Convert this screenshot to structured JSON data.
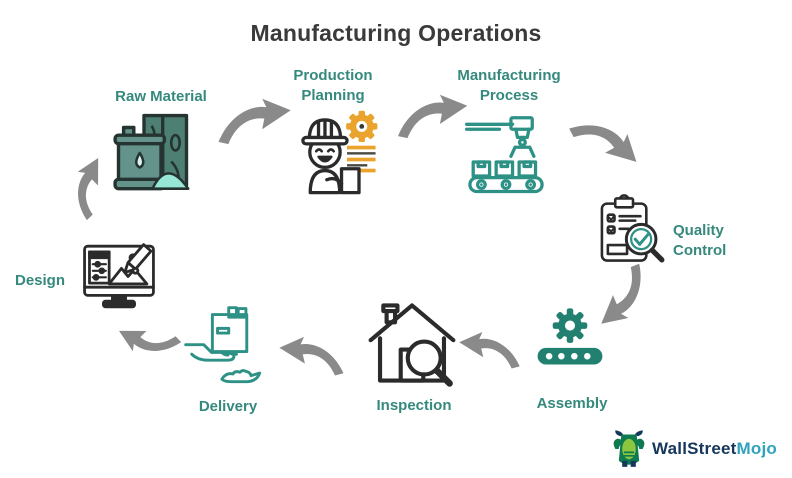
{
  "title": "Manufacturing Operations",
  "steps": [
    {
      "id": "raw-material",
      "label": "Raw Material"
    },
    {
      "id": "production-planning",
      "label": "Production Planning"
    },
    {
      "id": "manufacturing-process",
      "label": "Manufacturing Process"
    },
    {
      "id": "quality-control",
      "label": "Quality Control"
    },
    {
      "id": "assembly",
      "label": "Assembly"
    },
    {
      "id": "inspection",
      "label": "Inspection"
    },
    {
      "id": "delivery",
      "label": "Delivery"
    },
    {
      "id": "design",
      "label": "Design"
    }
  ],
  "flow": [
    {
      "from": "design",
      "to": "raw-material"
    },
    {
      "from": "raw-material",
      "to": "production-planning"
    },
    {
      "from": "production-planning",
      "to": "manufacturing-process"
    },
    {
      "from": "manufacturing-process",
      "to": "quality-control"
    },
    {
      "from": "quality-control",
      "to": "assembly"
    },
    {
      "from": "assembly",
      "to": "inspection"
    },
    {
      "from": "inspection",
      "to": "delivery"
    },
    {
      "from": "delivery",
      "to": "design"
    }
  ],
  "icons": [
    "barrel-wood-pile-icon",
    "worker-planning-icon",
    "robotic-arm-conveyor-icon",
    "clipboard-magnifier-icon",
    "gear-conveyor-icon",
    "house-magnifier-icon",
    "hands-box-icon",
    "monitor-design-icon",
    "bull-mascot-icon"
  ],
  "logo": {
    "text_primary": "WallStreet",
    "text_secondary": "Mojo"
  },
  "colors": {
    "title_dark": "#3A3A3A",
    "label_teal": "#35897D",
    "arrow_gray": "#8A8A8A",
    "icon_outline_dark": "#2B2B2B",
    "icon_teal": "#2E9186",
    "icon_teal_solid": "#21806F",
    "fill_teal_dark": "#4E7F73",
    "fill_teal_mid": "#63938A",
    "fill_teal_light": "#97E7D7",
    "accent_orange": "#EAA32C",
    "logo_navy": "#16375B",
    "logo_blue": "#2FA3BE",
    "logo_green_dark": "#0E7A50",
    "logo_green_light": "#8CC63E"
  }
}
